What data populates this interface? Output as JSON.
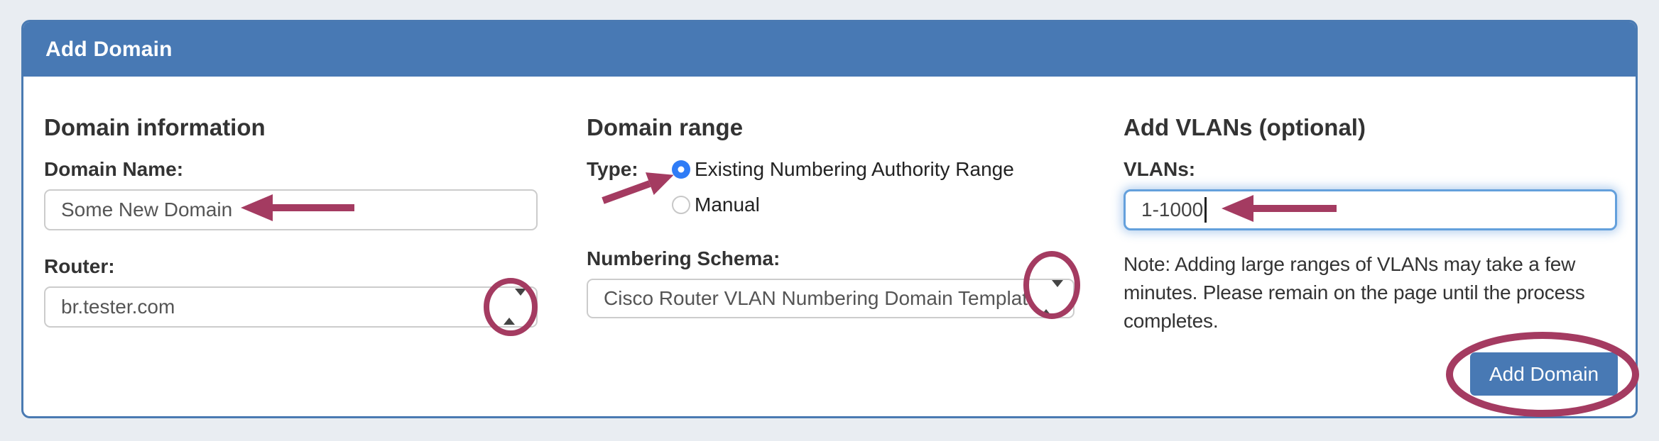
{
  "panel": {
    "title": "Add Domain"
  },
  "sections": {
    "domain_info": {
      "heading": "Domain information",
      "domain_name_label": "Domain Name:",
      "domain_name_value": "Some New Domain",
      "router_label": "Router:",
      "router_value": "br.tester.com"
    },
    "domain_range": {
      "heading": "Domain range",
      "type_label": "Type:",
      "radio_existing_label": "Existing Numbering Authority Range",
      "radio_manual_label": "Manual",
      "type_selected": "existing",
      "schema_label": "Numbering Schema:",
      "schema_value": "Cisco Router VLAN Numbering Domain Template"
    },
    "add_vlans": {
      "heading": "Add VLANs (optional)",
      "vlans_label": "VLANs:",
      "vlans_value": "1-1000",
      "note": "Note: Adding large ranges of VLANs may take a few minutes. Please remain on the page until the process completes.",
      "submit_label": "Add Domain"
    }
  },
  "icons": {
    "router_caret": "updown-select-caret",
    "schema_caret": "updown-select-caret"
  },
  "colors": {
    "page_bg": "#e9edf2",
    "panel_border": "#4a7ab2",
    "header_bg": "#4879b4",
    "header_text": "#ffffff",
    "text": "#333333",
    "input_text": "#555555",
    "input_border": "#cccccc",
    "radio_selected": "#2f7cf6",
    "focus_border": "#64a0dc",
    "button_bg": "#4879b4",
    "button_text": "#ffffff",
    "annotation": "#a43b61"
  }
}
